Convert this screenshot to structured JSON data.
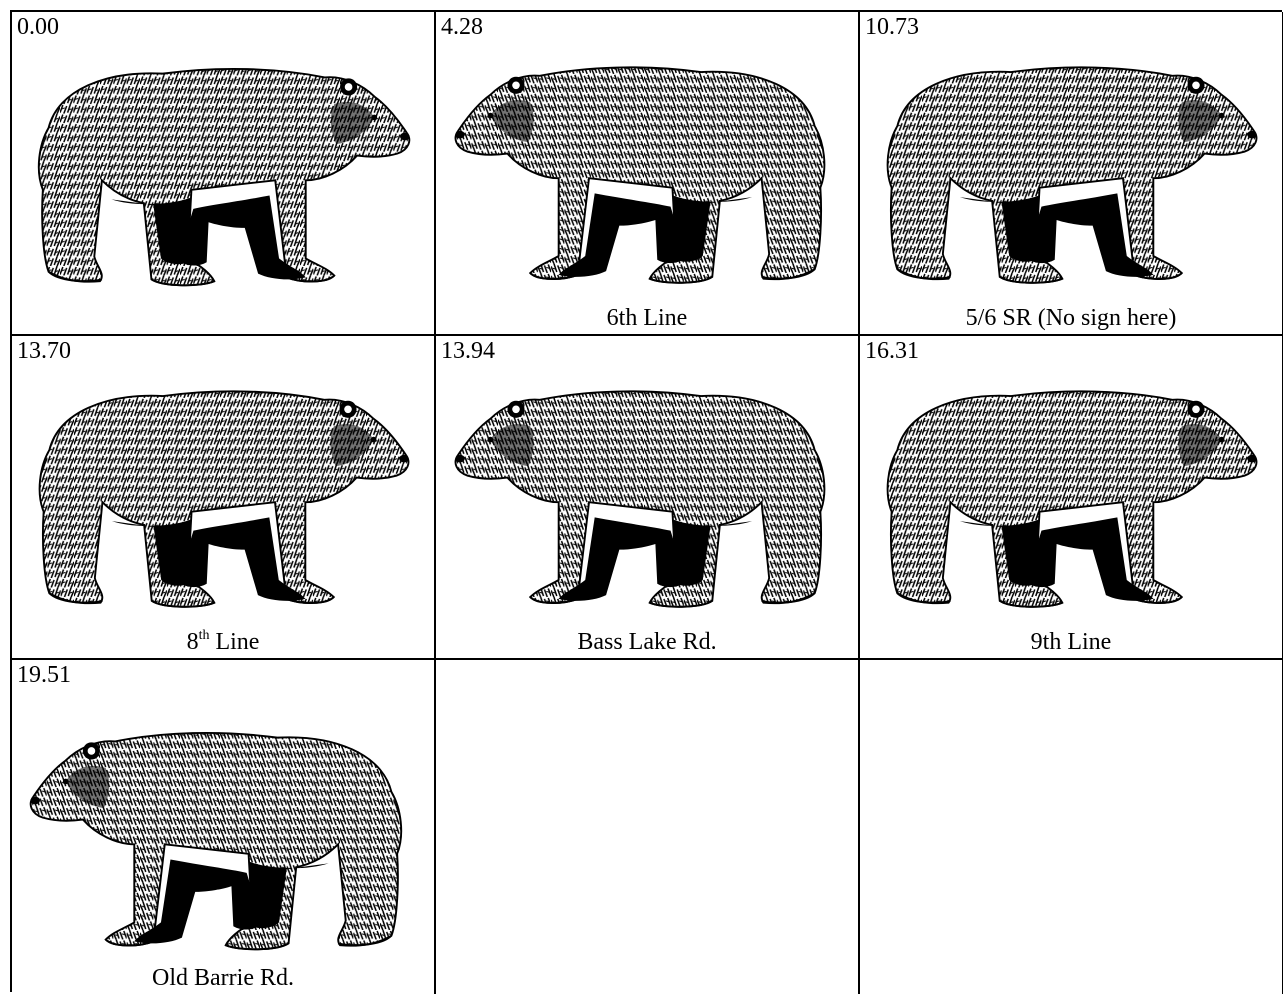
{
  "cells": [
    {
      "distance": "0.00",
      "caption": "",
      "facing": "right"
    },
    {
      "distance": "4.28",
      "caption": "6th Line",
      "facing": "left"
    },
    {
      "distance": "10.73",
      "caption": "5/6 SR (No sign here)",
      "facing": "right"
    },
    {
      "distance": "13.70",
      "caption_main": "8",
      "caption_sup": "th",
      "caption_rest": " Line",
      "facing": "right"
    },
    {
      "distance": "13.94",
      "caption": "Bass Lake Rd.",
      "facing": "left"
    },
    {
      "distance": "16.31",
      "caption": "9th Line",
      "facing": "right"
    },
    {
      "distance": "19.51",
      "caption": "Old Barrie Rd.",
      "facing": "left"
    }
  ]
}
